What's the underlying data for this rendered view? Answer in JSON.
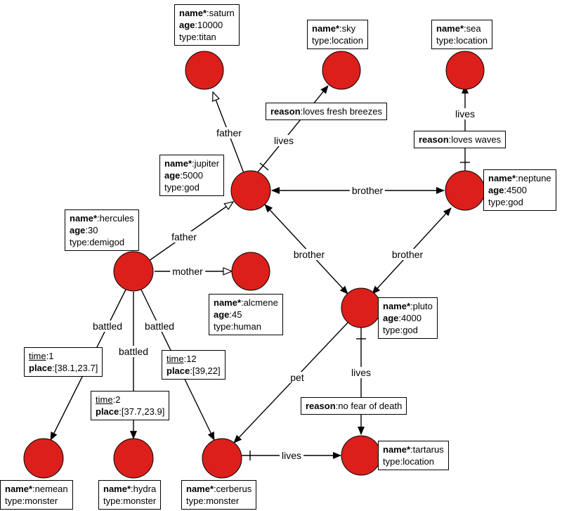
{
  "colors": {
    "node_fill": "#dc1f1b",
    "node_stroke": "#000000",
    "edge": "#000000"
  },
  "nodes": {
    "saturn": {
      "props": [
        {
          "key": "name*",
          "val": "saturn",
          "bold": true
        },
        {
          "key": "age",
          "val": "10000",
          "bold": true
        },
        {
          "key": "type",
          "val": "titan",
          "bold": false
        }
      ]
    },
    "sky": {
      "props": [
        {
          "key": "name*",
          "val": "sky",
          "bold": true
        },
        {
          "key": "type",
          "val": "location",
          "bold": false
        }
      ]
    },
    "sea": {
      "props": [
        {
          "key": "name*",
          "val": "sea",
          "bold": true
        },
        {
          "key": "type",
          "val": "location",
          "bold": false
        }
      ]
    },
    "jupiter": {
      "props": [
        {
          "key": "name*",
          "val": "jupiter",
          "bold": true
        },
        {
          "key": "age",
          "val": "5000",
          "bold": true
        },
        {
          "key": "type",
          "val": "god",
          "bold": false
        }
      ]
    },
    "neptune": {
      "props": [
        {
          "key": "name*",
          "val": "neptune",
          "bold": true
        },
        {
          "key": "age",
          "val": "4500",
          "bold": true
        },
        {
          "key": "type",
          "val": "god",
          "bold": false
        }
      ]
    },
    "hercules": {
      "props": [
        {
          "key": "name*",
          "val": "hercules",
          "bold": true
        },
        {
          "key": "age",
          "val": "30",
          "bold": true
        },
        {
          "key": "type",
          "val": "demigod",
          "bold": false
        }
      ]
    },
    "alcmene": {
      "props": [
        {
          "key": "name*",
          "val": "alcmene",
          "bold": true
        },
        {
          "key": "age",
          "val": "45",
          "bold": true
        },
        {
          "key": "type",
          "val": "human",
          "bold": false
        }
      ]
    },
    "pluto": {
      "props": [
        {
          "key": "name*",
          "val": "pluto",
          "bold": true
        },
        {
          "key": "age",
          "val": "4000",
          "bold": true
        },
        {
          "key": "type",
          "val": "god",
          "bold": false
        }
      ]
    },
    "nemean": {
      "props": [
        {
          "key": "name*",
          "val": "nemean",
          "bold": true
        },
        {
          "key": "type",
          "val": "monster",
          "bold": false
        }
      ]
    },
    "hydra": {
      "props": [
        {
          "key": "name*",
          "val": "hydra",
          "bold": true
        },
        {
          "key": "type",
          "val": "monster",
          "bold": false
        }
      ]
    },
    "cerberus": {
      "props": [
        {
          "key": "name*",
          "val": "cerberus",
          "bold": true
        },
        {
          "key": "type",
          "val": "monster",
          "bold": false
        }
      ]
    },
    "tartarus": {
      "props": [
        {
          "key": "name*",
          "val": "tartarus",
          "bold": true
        },
        {
          "key": "type",
          "val": "location",
          "bold": false
        }
      ]
    }
  },
  "edges": {
    "jupiter_saturn": {
      "label": "father"
    },
    "jupiter_sky": {
      "label": "lives"
    },
    "neptune_sea": {
      "label": "lives"
    },
    "jupiter_neptune": {
      "label": "brother"
    },
    "hercules_jupiter": {
      "label": "father"
    },
    "hercules_alcmene": {
      "label": "mother"
    },
    "jupiter_pluto": {
      "label": "brother"
    },
    "neptune_pluto": {
      "label": "brother"
    },
    "hercules_nemean": {
      "label": "battled"
    },
    "hercules_hydra": {
      "label": "battled"
    },
    "hercules_cerberus": {
      "label": "battled"
    },
    "pluto_cerberus": {
      "label": "pet"
    },
    "pluto_tartarus": {
      "label": "lives"
    },
    "cerberus_tartarus": {
      "label": "lives"
    }
  },
  "edge_props": {
    "sky_reason": {
      "props": [
        {
          "key": "reason",
          "val": "loves fresh breezes",
          "bold": true,
          "underline": false
        }
      ]
    },
    "sea_reason": {
      "props": [
        {
          "key": "reason",
          "val": "loves waves",
          "bold": true,
          "underline": false
        }
      ]
    },
    "nemean_battle": {
      "props": [
        {
          "key": "time",
          "val": "1",
          "bold": false,
          "underline": true
        },
        {
          "key": "place",
          "val": "[38.1,23.7]",
          "bold": true,
          "underline": false
        }
      ]
    },
    "hydra_battle": {
      "props": [
        {
          "key": "time",
          "val": "2",
          "bold": false,
          "underline": true
        },
        {
          "key": "place",
          "val": "[37.7,23.9]",
          "bold": true,
          "underline": false
        }
      ]
    },
    "cerberus_battle": {
      "props": [
        {
          "key": "time",
          "val": "12",
          "bold": false,
          "underline": true
        },
        {
          "key": "place",
          "val": "[39,22]",
          "bold": true,
          "underline": false
        }
      ]
    },
    "tartarus_reason": {
      "props": [
        {
          "key": "reason",
          "val": "no fear of death",
          "bold": true,
          "underline": false
        }
      ]
    }
  }
}
